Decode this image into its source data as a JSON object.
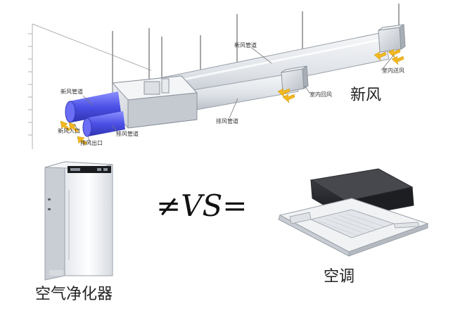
{
  "ventilation": {
    "title": "新风",
    "labels": {
      "fresh_air_duct_left": "新风管道",
      "fresh_air_duct_top": "新风管道",
      "fresh_air_inlet": "新风入口",
      "exhaust_outlet": "排风出口",
      "exhaust_duct_left": "排风管道",
      "exhaust_duct_mid": "排风管道",
      "indoor_return_air": "室内回风",
      "indoor_supply_air": "室内送风"
    }
  },
  "comparison": {
    "symbol": "≠VS="
  },
  "air_purifier": {
    "caption": "空气净化器"
  },
  "air_conditioner": {
    "caption": "空调"
  },
  "colors": {
    "duct_fill": "#e3e6ea",
    "blue_duct": "#5a5ff0",
    "arrow_yellow": "#f2b81e",
    "line": "#888888"
  }
}
